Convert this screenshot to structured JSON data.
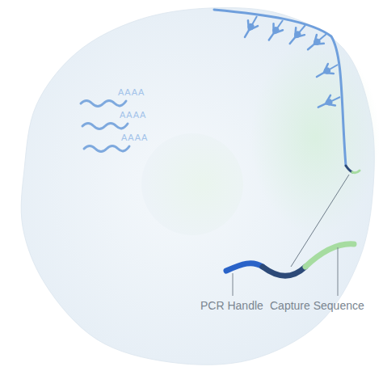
{
  "diagram": {
    "labels": [
      "AAAA",
      "AAAA",
      "AAAA",
      "PCR Handle",
      "Capture Sequence"
    ]
  }
}
